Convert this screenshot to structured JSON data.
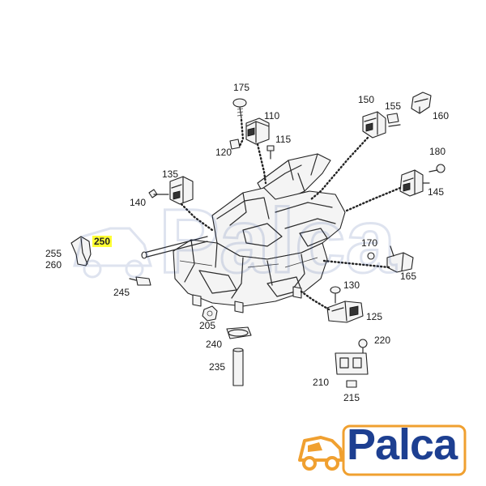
{
  "diagram": {
    "labels": [
      {
        "id": "175",
        "text": "175"
      },
      {
        "id": "110",
        "text": "110"
      },
      {
        "id": "115",
        "text": "115"
      },
      {
        "id": "120",
        "text": "120"
      },
      {
        "id": "150",
        "text": "150"
      },
      {
        "id": "155",
        "text": "155"
      },
      {
        "id": "160",
        "text": "160"
      },
      {
        "id": "180",
        "text": "180"
      },
      {
        "id": "135",
        "text": "135"
      },
      {
        "id": "140",
        "text": "140"
      },
      {
        "id": "145",
        "text": "145"
      },
      {
        "id": "250",
        "text": "250",
        "highlighted": true
      },
      {
        "id": "255",
        "text": "255"
      },
      {
        "id": "260",
        "text": "260"
      },
      {
        "id": "245",
        "text": "245"
      },
      {
        "id": "170",
        "text": "170"
      },
      {
        "id": "165",
        "text": "165"
      },
      {
        "id": "130",
        "text": "130"
      },
      {
        "id": "125",
        "text": "125"
      },
      {
        "id": "205",
        "text": "205"
      },
      {
        "id": "240",
        "text": "240"
      },
      {
        "id": "235",
        "text": "235"
      },
      {
        "id": "220",
        "text": "220"
      },
      {
        "id": "210",
        "text": "210"
      },
      {
        "id": "215",
        "text": "215"
      }
    ],
    "highlight_color": "#ffff33"
  },
  "logo": {
    "text": "Palca",
    "text_color": "#1d3f91",
    "icon_color": "#f0a030"
  },
  "watermark": {
    "text": "Palca"
  }
}
